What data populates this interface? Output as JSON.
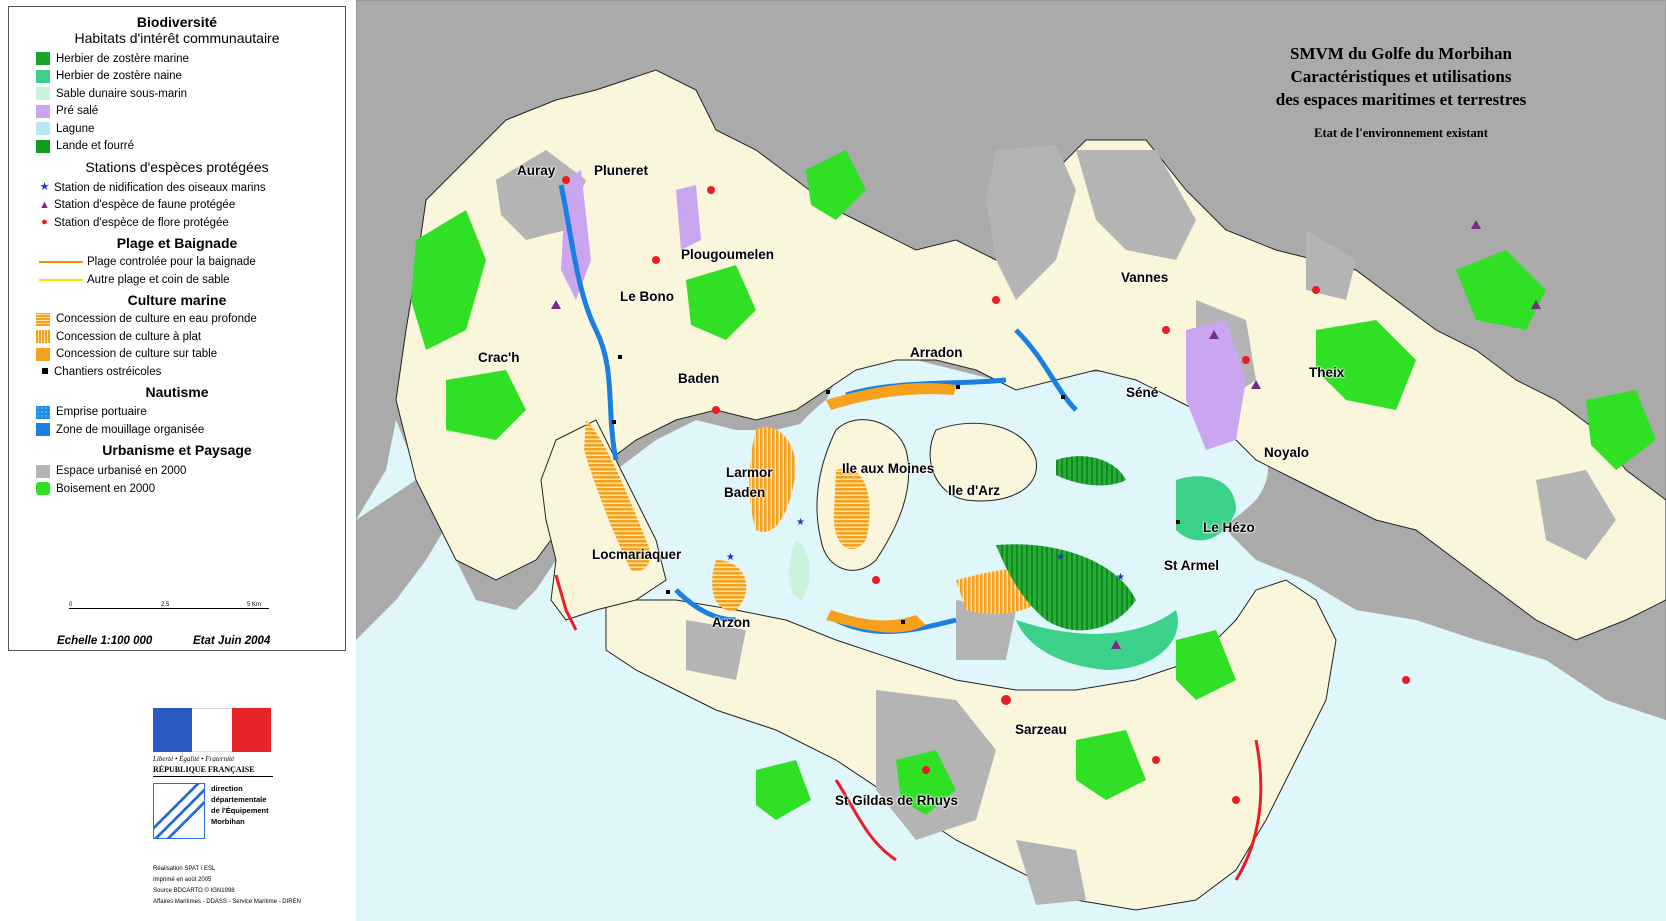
{
  "colors": {
    "zostere_marine": "#1aa329",
    "zostere_naine": "#3bd18a",
    "sable": "#c9f3dc",
    "pre_sale": "#c9a6ef",
    "lagune": "#b8e8f5",
    "lande": "#119a20",
    "star": "#2536b8",
    "triangle": "#7b2a8c",
    "dot": "#ec1c24",
    "plage_controlee": "#f08c00",
    "autre_plage": "#f3e200",
    "culture": "#f5a11c",
    "chantier": "#000000",
    "portuaire": "#1e8be8",
    "mouillage": "#1b7fe2",
    "urbanise": "#b4b4b4",
    "boisement": "#2fe024",
    "land": "#faf6dc",
    "sea": "#dff6fb",
    "outside": "#aaaaaa"
  },
  "legend": {
    "biodiv_title": "Biodiversité",
    "habitats_title": "Habitats d'intérêt communautaire",
    "habitats": [
      {
        "label": "Herbier de zostère marine",
        "color": "#1aa329"
      },
      {
        "label": "Herbier de zostère naine",
        "color": "#3bd18a"
      },
      {
        "label": "Sable dunaire sous-marin",
        "color": "#c9f3dc"
      },
      {
        "label": "Pré salé",
        "color": "#c9a6ef"
      },
      {
        "label": "Lagune",
        "color": "#b8e8f5"
      },
      {
        "label": "Lande et fourré",
        "color": "#119a20"
      }
    ],
    "stations_title": "Stations d'espèces protégées",
    "stations": [
      {
        "label": "Station de nidification des oiseaux marins",
        "icon": "star-icon",
        "glyph": "★",
        "color": "#2536b8"
      },
      {
        "label": "Station d'espèce de faune protégée",
        "icon": "triangle-icon",
        "glyph": "▲",
        "color": "#7b2a8c"
      },
      {
        "label": "Station d'espèce de flore protégée",
        "icon": "dot-icon",
        "glyph": "●",
        "color": "#ec1c24"
      }
    ],
    "plage_title": "Plage et Baignade",
    "plages": [
      {
        "label": "Plage controlée pour la baignade",
        "color": "#f08c00"
      },
      {
        "label": "Autre plage  et coin de sable",
        "color": "#f3e200"
      }
    ],
    "culture_title": "Culture marine",
    "cultures": [
      {
        "label": "Concession de culture en eau profonde",
        "color": "#f5a11c"
      },
      {
        "label": "Concession de culture à plat",
        "color": "#f5a11c"
      },
      {
        "label": "Concession de culture sur table",
        "color": "#f5a11c"
      }
    ],
    "chantiers_label": "Chantiers ostréicoles",
    "nautisme_title": "Nautisme",
    "nautisme": [
      {
        "label": "Emprise portuaire",
        "color": "#1e8be8"
      },
      {
        "label": "Zone de mouillage organisée",
        "color": "#1b7fe2"
      }
    ],
    "urbanisme_title": "Urbanisme et Paysage",
    "urbanisme": [
      {
        "label": "Espace urbanisé en 2000",
        "color": "#b4b4b4"
      },
      {
        "label": "Boisement en 2000",
        "color": "#2fe024"
      }
    ],
    "scale_ticks": [
      "0",
      "2.5",
      "5 Km"
    ],
    "echelle": "Echelle 1:100 000",
    "etat": "Etat Juin 2004"
  },
  "logo": {
    "motto": "Liberté • Égalité • Fraternité",
    "republic": "RÉPUBLIQUE FRANÇAISE",
    "dde_lines": [
      "direction",
      "départementale",
      "de l'Équipement",
      "Morbihan"
    ]
  },
  "credits": [
    "Réalisation      SPAT \\ ESL",
    "Imprimé en août 2005",
    "Source BDCARTO © IGN1998",
    "Affaires Maritimes - DDASS - Service Maritime - DIREN"
  ],
  "map": {
    "title_lines": [
      "SMVM du Golfe du Morbihan",
      "Caractéristiques et utilisations",
      "des espaces maritimes et terrestres"
    ],
    "subtitle": "Etat de l'environnement existant",
    "places": [
      "Auray",
      "Pluneret",
      "Plougoumelen",
      "Le Bono",
      "Crac'h",
      "Baden",
      "Arradon",
      "Vannes",
      "Séné",
      "Theix",
      "Noyalo",
      "Larmor",
      "Baden",
      "Ile aux Moines",
      "Ile d'Arz",
      "Le Hézo",
      "St Armel",
      "Locmariaquer",
      "Arzon",
      "Sarzeau",
      "St Gildas de Rhuys"
    ]
  }
}
